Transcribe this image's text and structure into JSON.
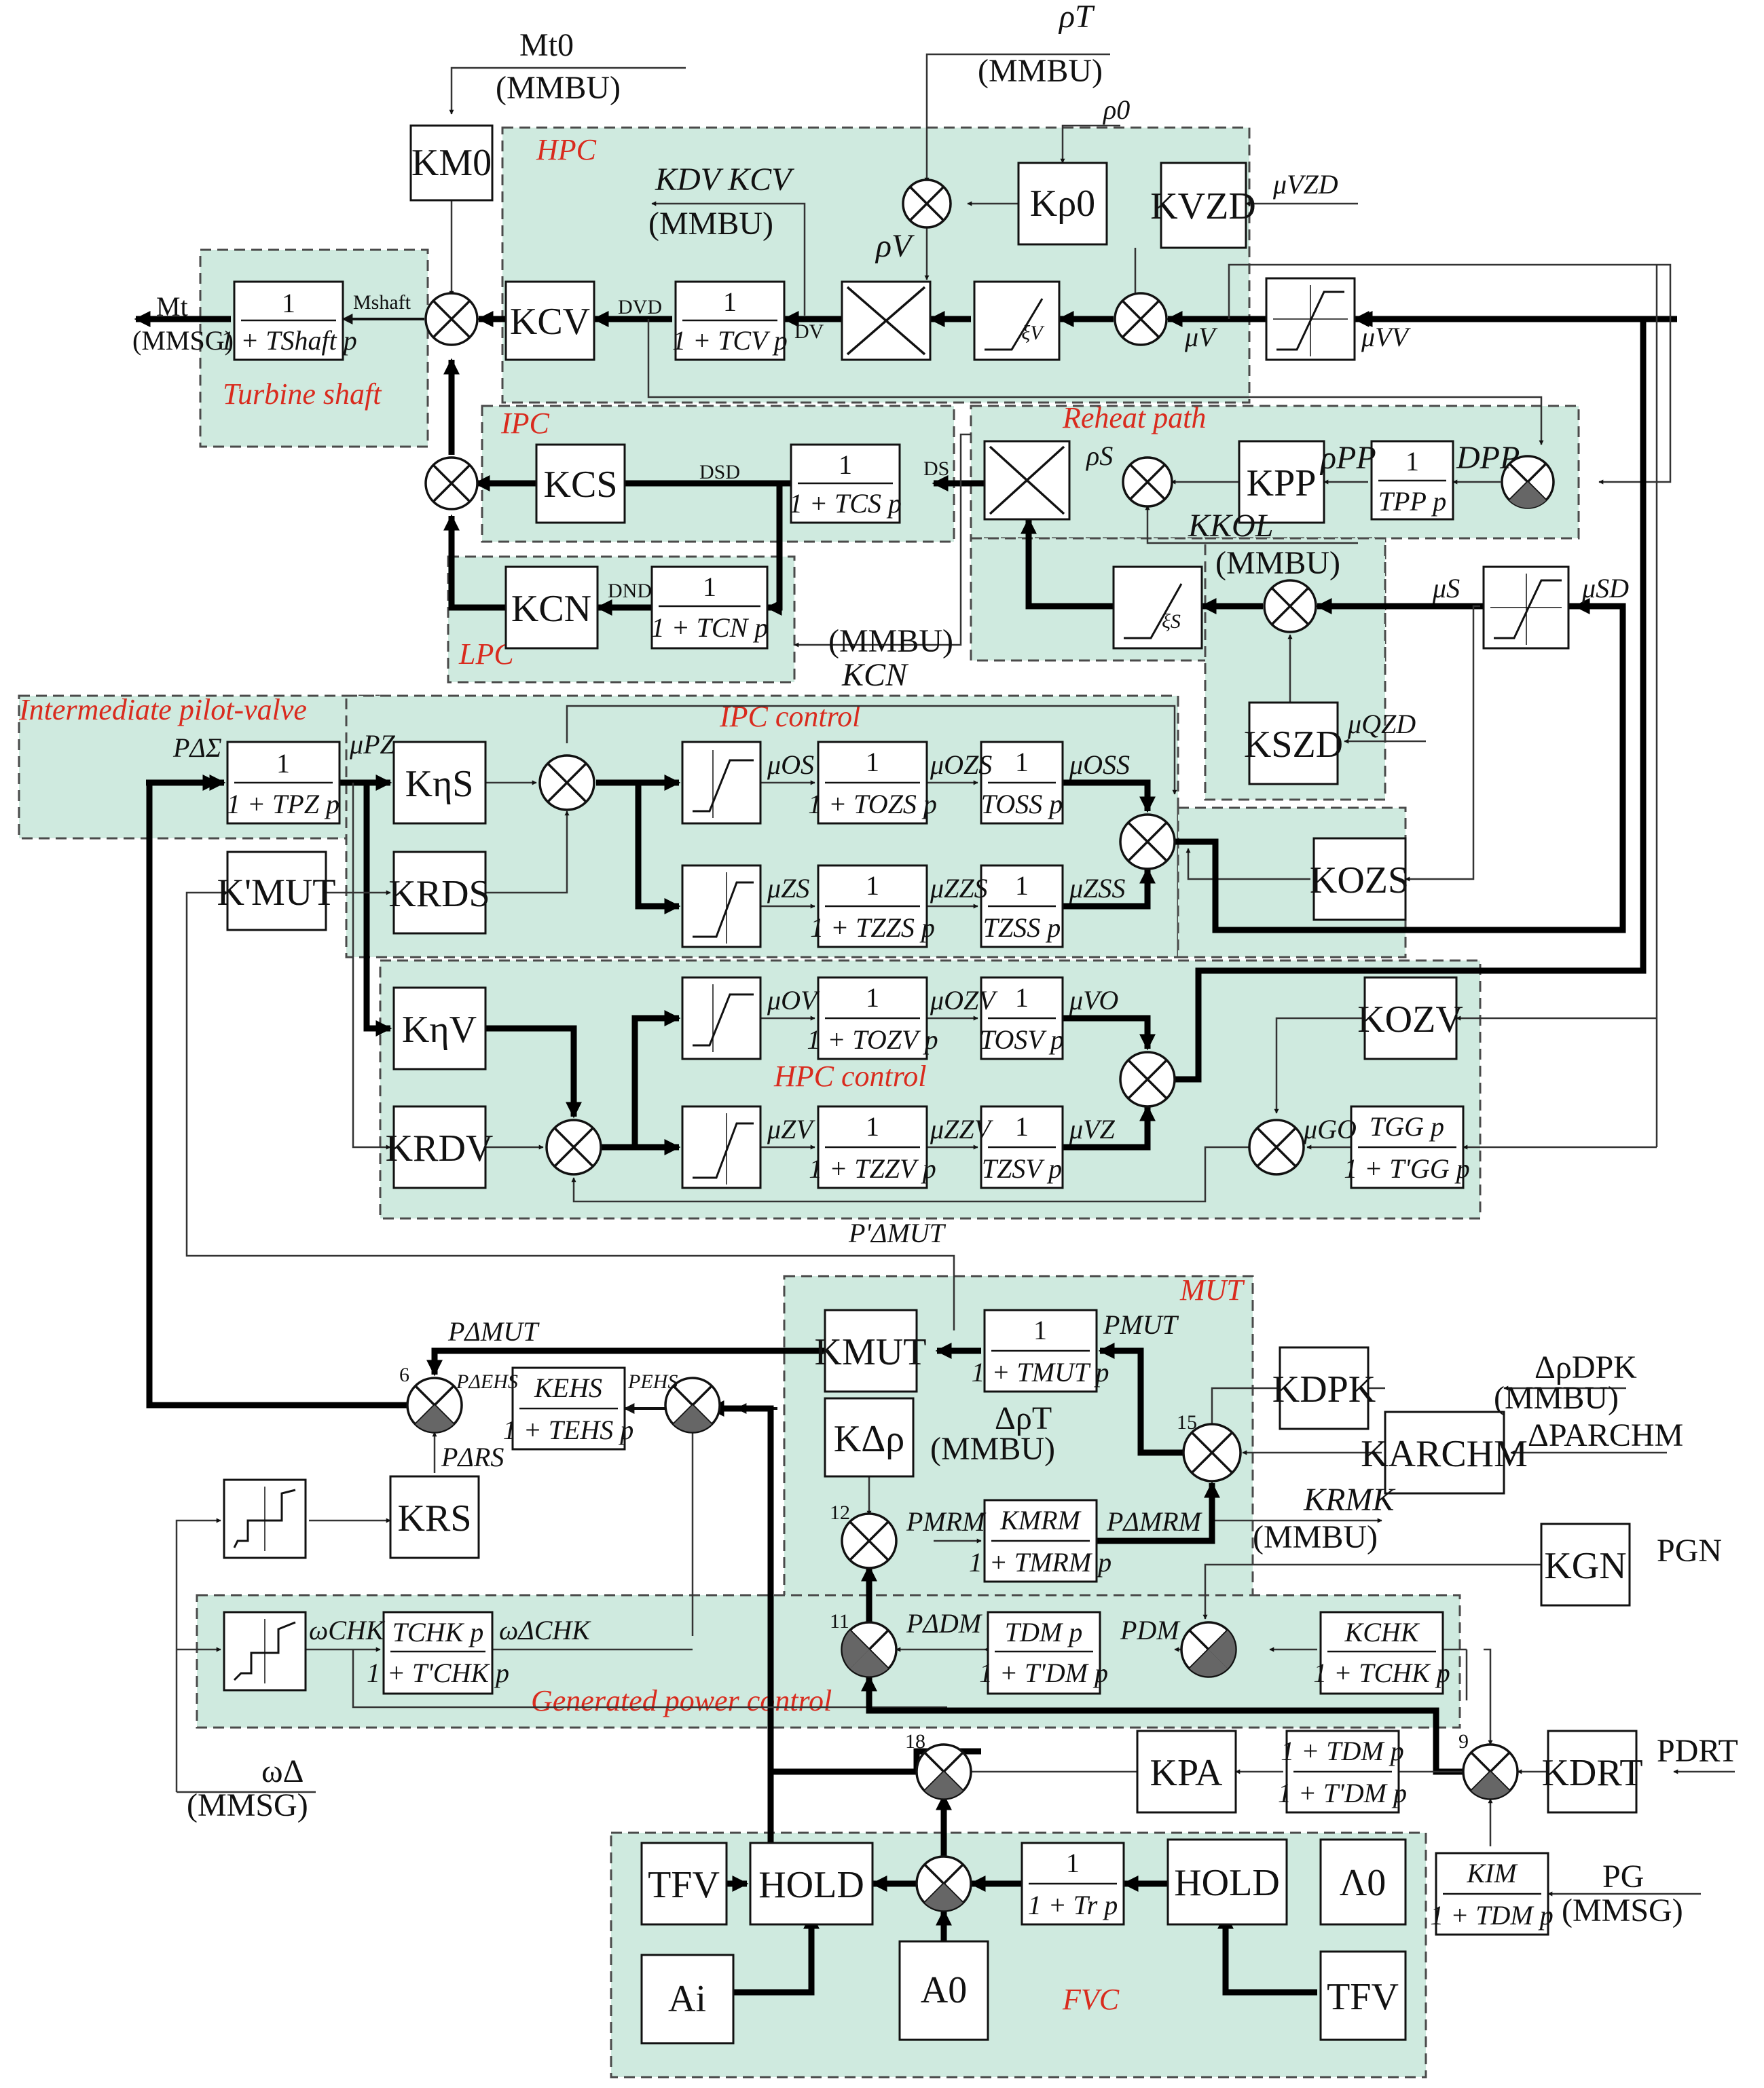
{
  "sections": {
    "hpc": "HPC",
    "turbine_shaft": "Turbine shaft",
    "ipc": "IPC",
    "reheat": "Reheat path",
    "lpc": "LPC",
    "pilot": "Intermediate pilot-valve",
    "ipc_control": "IPC control",
    "hpc_control": "HPC control",
    "mut": "MUT",
    "gen_power": "Generated power control",
    "fvc": "FVC"
  },
  "blocks": {
    "km0": "KM0",
    "kcv": "KCV",
    "kp0": "Kρ0",
    "kvzd": "KVZD",
    "kcs": "KCS",
    "kcn": "KCN",
    "kpp": "KPP",
    "kszd": "KSZD",
    "keta_s": "KηS",
    "krds": "KRDS",
    "kmut_p": "K'MUT",
    "kozs": "KOZS",
    "keta_v": "KηV",
    "krdv": "KRDV",
    "kozv": "KOZV",
    "kmut": "KMUT",
    "kdrho": "KΔρ",
    "kdpk": "KDPK",
    "karchm": "KARCHM",
    "krs": "KRS",
    "kgn": "KGN",
    "kpa": "KPA",
    "kdrt": "KDRT",
    "hold": "HOLD",
    "tfv": "TFV",
    "a_i": "Ai",
    "a_0": "A0",
    "lambda0": "Λ0",
    "mult": "×"
  },
  "tf": {
    "one": "1",
    "shaft_den": "1 + TShaft p",
    "cv_den": "1 + TCV p",
    "cs_den": "1 + TCS p",
    "cn_den": "1 + TCN p",
    "pp_den": "TPP p",
    "pz_den": "1 + TPZ p",
    "ozs_den": "1 + TOZS p",
    "oss_den": "TOSS p",
    "zzs_den": "1 + TZZS p",
    "zss_den": "TZSS p",
    "ozv_den": "1 + TOZV p",
    "osv_den": "TOSV p",
    "zzv_den": "1 + TZZV p",
    "zsv_den": "TZSV p",
    "gg_num": "TGG p",
    "gg_den": "1 + T'GG p",
    "mut_den": "1 + TMUT p",
    "ehs_num": "KEHS",
    "ehs_den": "1 + TEHS p",
    "mrm_num": "KMRM",
    "mrm_den": "1 + TMRM p",
    "chk_num": "TCHK p",
    "chk_den": "1 + T'CHK p",
    "dm_num": "TDM p",
    "dm_den": "1 + T'DM p",
    "kchk_num": "KCHK",
    "kchk_den": "1 + TCHK p",
    "pa_num": "1 + TDM p",
    "pa_den": "1 + T'DM p",
    "tr_den": "1 + Tr p",
    "im_num": "KIM",
    "im_den": "1 + TDM p"
  },
  "signals": {
    "mt0": "Mt0",
    "mmbu": "(MMBU)",
    "mmsg": "(MMSG)",
    "rho_t": "ρT",
    "rho_0": "ρ0",
    "mu_vzd": "μVZD",
    "kdv_kcv": "KDV KCV",
    "rho_v": "ρV",
    "mt_out": "Mt",
    "mshaft": "Mshaft",
    "dvd": "DVD",
    "dv": "DV",
    "xi_v": "ξV",
    "mu_v": "μV",
    "mu_vv": "μVV",
    "dsd": "DSD",
    "ds": "DS",
    "dnd": "DND",
    "rho_s": "ρS",
    "rho_pp": "ρPP",
    "d_pp": "DPP",
    "k_kol": "KKOL",
    "mu_s": "μS",
    "mu_sd": "μSD",
    "xi_s": "ξS",
    "mu_qzd": "μQZD",
    "k_cn": "KCN",
    "p_dsigma": "PΔΣ",
    "mu_pz": "μPZ",
    "mu_os": "μOS",
    "mu_ozs": "μOZS",
    "mu_oss": "μOSS",
    "mu_zs": "μZS",
    "mu_zzs": "μZZS",
    "mu_zss": "μZSS",
    "mu_ov": "μOV",
    "mu_ozv": "μOZV",
    "mu_vo": "μVO",
    "mu_zv": "μZV",
    "mu_zzv": "μZZV",
    "mu_vz": "μVZ",
    "mu_go": "μGO",
    "p_dmut_p": "P'ΔMUT",
    "p_dmut": "PΔMUT",
    "p_mut": "PMUT",
    "p_dehs": "PΔEHS",
    "p_ehs": "PEHS",
    "p_drs": "PΔRS",
    "d_rho_dpk": "ΔρDPK",
    "d_rho_t": "ΔρT",
    "d_p_archm": "ΔPARCHM",
    "p_mrm": "PMRM",
    "p_dmrm": "PΔMRM",
    "k_rmk": "KRMK",
    "p_gn": "PGN",
    "p_ddm": "PΔDM",
    "p_dm": "PDM",
    "w_chk": "ωCHK",
    "w_dchk": "ωΔCHK",
    "w_d": "ωΔ",
    "p_drt": "PDRT",
    "p_g": "PG"
  },
  "node_numbers": {
    "n6": "6",
    "n9": "9",
    "n11": "11",
    "n12": "12",
    "n15": "15",
    "n18": "18"
  }
}
